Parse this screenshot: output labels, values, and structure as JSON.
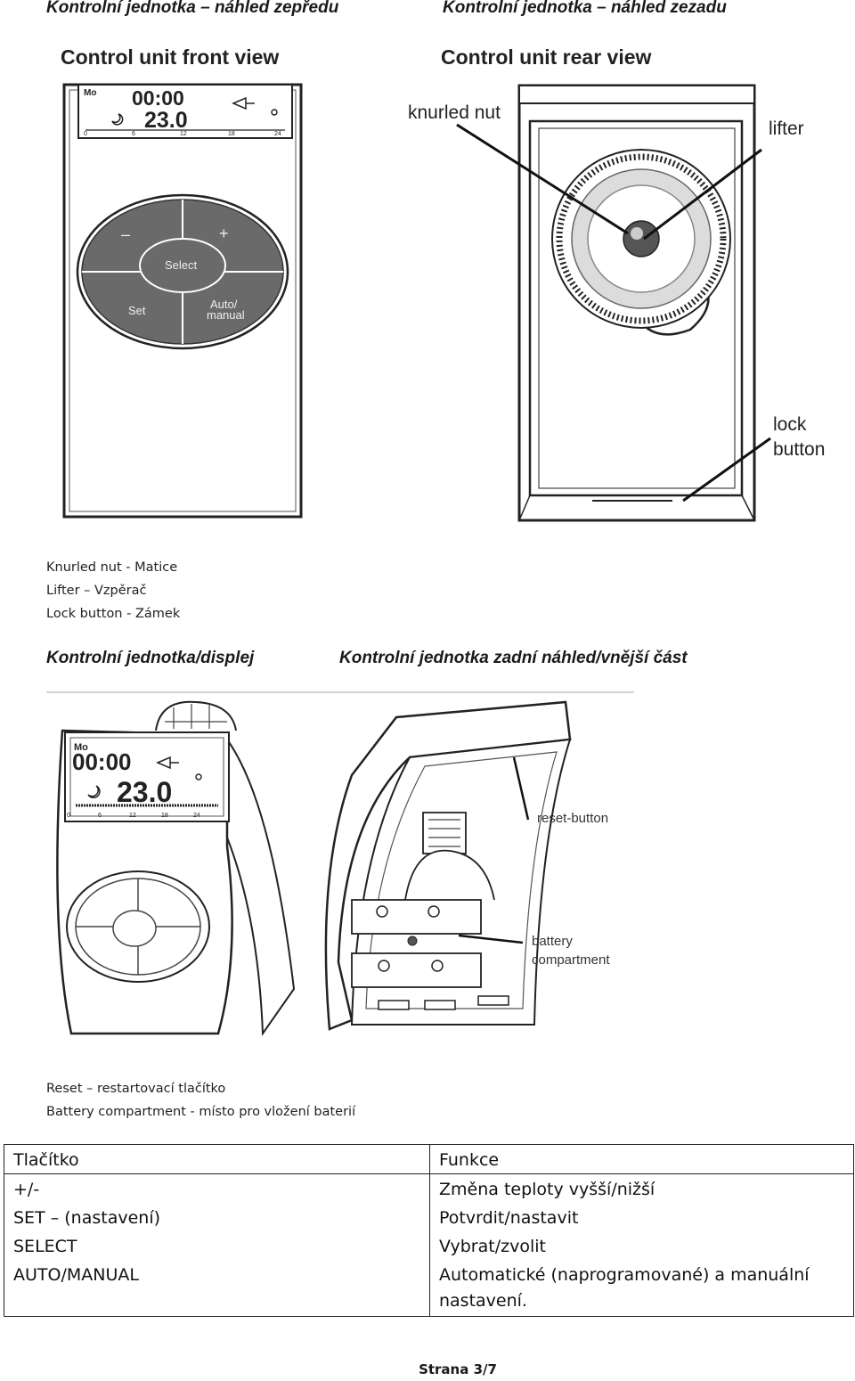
{
  "headings": {
    "front_view": "Kontrolní jednotka – náhled zepředu",
    "rear_view": "Kontrolní jednotka – náhled zezadu",
    "display": "Kontrolní jednotka/displej",
    "rear_outer": "Kontrolní jednotka zadní náhled/vnější část"
  },
  "front_figure": {
    "title": "Control unit front view",
    "day": "Mo",
    "time": "00:00",
    "temperature": "23.0",
    "scale": [
      "0",
      "6",
      "12",
      "18",
      "24"
    ],
    "btn_minus": "–",
    "btn_plus": "+",
    "btn_select": "Select",
    "btn_set": "Set",
    "btn_auto": "Auto/",
    "btn_manual": "manual"
  },
  "rear_figure": {
    "title": "Control unit rear view",
    "knurled_nut": "knurled nut",
    "lifter": "lifter",
    "lock_line1": "lock",
    "lock_line2": "button"
  },
  "notes_top": [
    "Knurled nut - Matice",
    "Lifter – Vzpěrač",
    "Lock button - Zámek"
  ],
  "display_figure": {
    "day": "Mo",
    "time": "00:00",
    "temperature": "23.0",
    "scale": [
      "0",
      "6",
      "12",
      "18",
      "24"
    ]
  },
  "outer_figure": {
    "reset": "reset-button",
    "battery_line1": "battery",
    "battery_line2": "compartment"
  },
  "notes_bottom": [
    "Reset – restartovací tlačítko",
    "Battery compartment - místo pro vložení baterií"
  ],
  "table": {
    "headers": [
      "Tlačítko",
      "Funkce"
    ],
    "rows": [
      [
        "+/-",
        "Změna teploty vyšší/nižší"
      ],
      [
        "SET – (nastavení)",
        "Potvrdit/nastavit"
      ],
      [
        "SELECT",
        "Vybrat/zvolit"
      ],
      [
        "AUTO/MANUAL",
        "Automatické (naprogramované) a manuální nastavení."
      ]
    ]
  },
  "footer": "Strana 3/7"
}
